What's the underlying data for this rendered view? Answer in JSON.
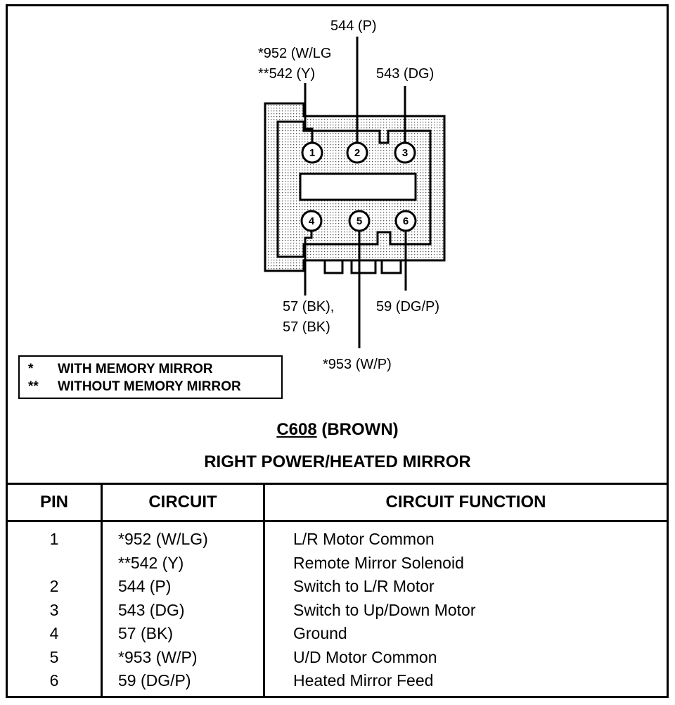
{
  "connector": {
    "pins": [
      {
        "number": "1",
        "circuits": [
          "*952 (W/LG",
          "**542 (Y)"
        ]
      },
      {
        "number": "2",
        "circuits": [
          "544 (P)"
        ]
      },
      {
        "number": "3",
        "circuits": [
          "543 (DG)"
        ]
      },
      {
        "number": "4",
        "circuits": [
          "57 (BK),",
          "57 (BK)"
        ]
      },
      {
        "number": "5",
        "circuits": [
          "*953 (W/P)"
        ]
      },
      {
        "number": "6",
        "circuits": [
          "59 (DG/P)"
        ]
      }
    ]
  },
  "legend": {
    "items": [
      {
        "symbol": "*",
        "text": "WITH MEMORY MIRROR"
      },
      {
        "symbol": "**",
        "text": "WITHOUT MEMORY MIRROR"
      }
    ]
  },
  "title": {
    "connector_id": "C608",
    "connector_color": "(BROWN)",
    "name": "RIGHT POWER/HEATED MIRROR"
  },
  "table": {
    "headers": {
      "pin": "PIN",
      "circuit": "CIRCUIT",
      "function": "CIRCUIT FUNCTION"
    },
    "rows": [
      {
        "pin": "1",
        "circuit": "*952 (W/LG)",
        "function": "L/R Motor Common"
      },
      {
        "pin": "",
        "circuit": "**542 (Y)",
        "function": "Remote Mirror Solenoid"
      },
      {
        "pin": "2",
        "circuit": "544 (P)",
        "function": "Switch to L/R Motor"
      },
      {
        "pin": "3",
        "circuit": "543 (DG)",
        "function": "Switch to Up/Down Motor"
      },
      {
        "pin": "4",
        "circuit": "57 (BK)",
        "function": "Ground"
      },
      {
        "pin": "5",
        "circuit": "*953 (W/P)",
        "function": "U/D Motor Common"
      },
      {
        "pin": "6",
        "circuit": "59 (DG/P)",
        "function": "Heated Mirror Feed"
      }
    ]
  }
}
